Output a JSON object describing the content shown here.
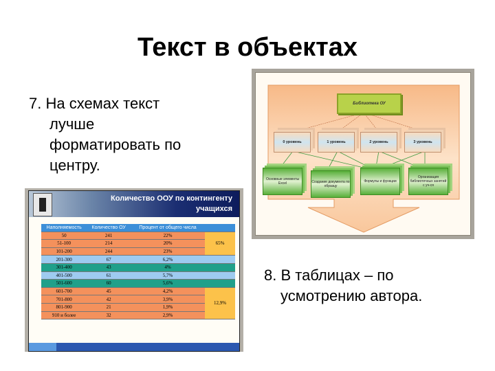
{
  "slide": {
    "title": "Текст в объектах",
    "point7": {
      "line1": "7. На схемах текст",
      "line2": "лучше",
      "line3": "форматировать по",
      "line4": "центру."
    },
    "point8": {
      "line1": "8. В таблицах – по",
      "line2": "усмотрению автора."
    }
  },
  "diagram": {
    "root": "Библиотека ОУ",
    "levels": [
      "0 уровень",
      "1 уровень",
      "2 уровень",
      "3 уровень"
    ],
    "leaves": [
      "Основные элементы Excel",
      "Создание документа по образцу",
      "Формулы и функции",
      "Организация библиотечных занятий с уч-ся"
    ]
  },
  "table_image": {
    "title_line1": "Количество ООУ по контингенту",
    "title_line2": "учащихся",
    "headers": [
      "Наполняемость",
      "Количество ОУ",
      "Процент от общего числа",
      ""
    ],
    "rows": [
      {
        "range": "50",
        "count": "241",
        "pct": "22%",
        "color": "#f4915c"
      },
      {
        "range": "51-100",
        "count": "214",
        "pct": "20%",
        "color": "#f4915c"
      },
      {
        "range": "101-200",
        "count": "244",
        "pct": "23%",
        "color": "#f4915c"
      },
      {
        "range": "201-300",
        "count": "67",
        "pct": "6,2%",
        "color": "#9ecbf0"
      },
      {
        "range": "301-400",
        "count": "43",
        "pct": "4%",
        "color": "#20a08a"
      },
      {
        "range": "401-500",
        "count": "61",
        "pct": "5,7%",
        "color": "#9ecbf0"
      },
      {
        "range": "501-600",
        "count": "60",
        "pct": "5,6%",
        "color": "#20a08a"
      },
      {
        "range": "601-700",
        "count": "45",
        "pct": "4,2%",
        "color": "#f4915c"
      },
      {
        "range": "701-800",
        "count": "42",
        "pct": "3,9%",
        "color": "#f4915c"
      },
      {
        "range": "801-900",
        "count": "21",
        "pct": "1,9%",
        "color": "#f4915c"
      },
      {
        "range": "910 и более",
        "count": "32",
        "pct": "2,9%",
        "color": "#f4915c"
      }
    ],
    "group1": "65%",
    "group2": "12,9%",
    "group_color": "#fcc24a"
  }
}
